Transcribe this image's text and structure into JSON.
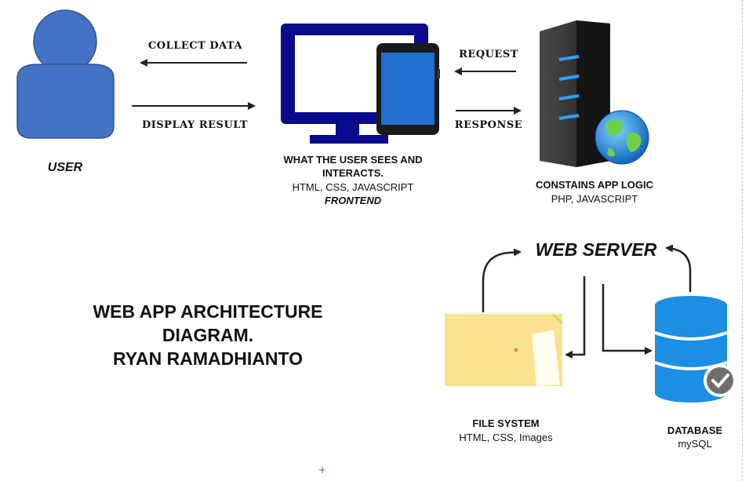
{
  "diagram": {
    "title_lines": [
      "WEB APP ARCHITECTURE",
      "DIAGRAM.",
      "RYAN RAMADHIANTO"
    ],
    "user": {
      "label": "USER"
    },
    "frontend": {
      "line1": "WHAT THE USER SEES AND",
      "line2": "INTERACTS.",
      "tech": "HTML, CSS, JAVASCRIPT",
      "tag": "FRONTEND"
    },
    "server": {
      "label": "CONSTAINS APP LOGIC",
      "tech": "PHP, JAVASCRIPT"
    },
    "web_server": {
      "label": "WEB SERVER"
    },
    "file_system": {
      "label": "FILE SYSTEM",
      "tech": "HTML, CSS, Images"
    },
    "database": {
      "label": "DATABASE",
      "tech": "mySQL"
    },
    "edges": {
      "collect_data": "COLLECT DATA",
      "display_result": "DISPLAY RESULT",
      "request": "REQUEST",
      "response": "RESPONSE"
    },
    "colors": {
      "user_fill": "#4472c4",
      "monitor": "#0a0a8c",
      "tablet_screen": "#1e6fd0",
      "server_body": "#2b2b2b",
      "server_led": "#29a3ff",
      "folder": "#f8e28a",
      "database": "#1a8fe3",
      "check_badge": "#6e6e6e"
    }
  }
}
